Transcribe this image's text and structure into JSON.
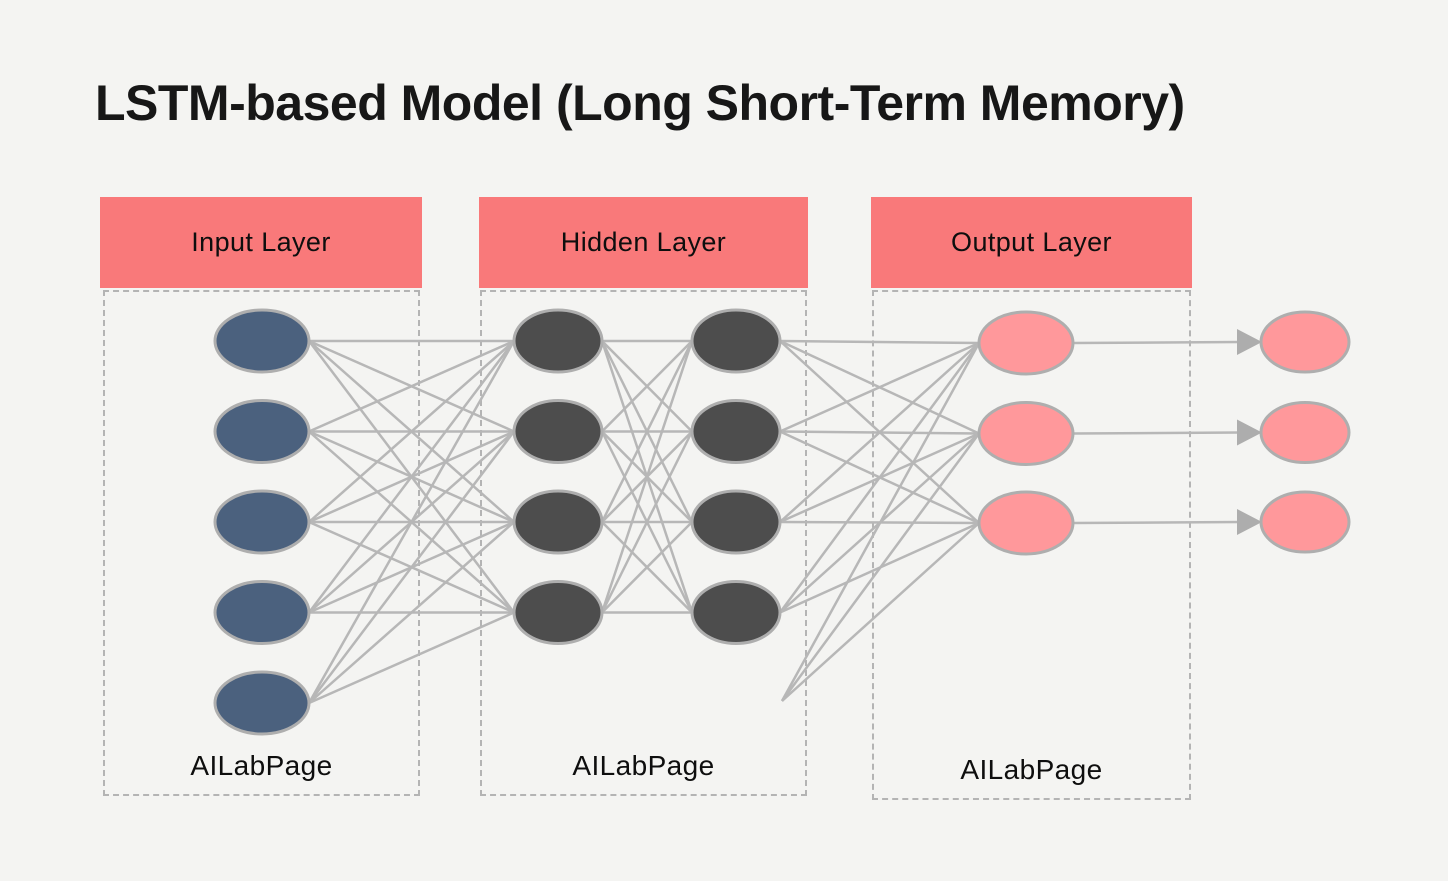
{
  "title": "LSTM-based Model (Long Short-Term Memory)",
  "layers": [
    {
      "label": "Input Layer",
      "watermark": "AILabPage",
      "node_columns": [
        5
      ],
      "node_color": "#4B617E"
    },
    {
      "label": "Hidden Layer",
      "watermark": "AILabPage",
      "node_columns": [
        4,
        4
      ],
      "node_color": "#4D4D4D"
    },
    {
      "label": "Output Layer",
      "watermark": "AILabPage",
      "node_columns": [
        3
      ],
      "node_color": "#FF989B"
    }
  ],
  "result_column": {
    "node_count": 3,
    "node_color": "#FF989B"
  },
  "connections": {
    "input_to_hidden": "fully-connected",
    "hidden_col1_to_col2": "fully-connected",
    "hidden_to_output": "fully-connected",
    "output_to_result": "one-to-one-arrows"
  },
  "colors": {
    "background": "#F4F4F2",
    "header_bg": "#F9797A",
    "header_text": "#0e0e0e",
    "edge": "#B7B7B7",
    "node_stroke": "#AEAEAE",
    "arrow": "#ADADAD",
    "dashed_border": "#B4B4B4",
    "title_text": "#171717"
  }
}
